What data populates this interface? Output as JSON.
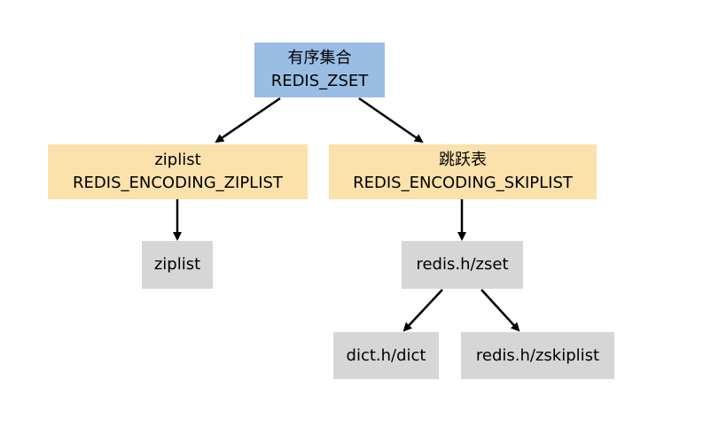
{
  "nodes": {
    "root": {
      "line1": "有序集合",
      "line2": "REDIS_ZSET",
      "color": "#99bde3"
    },
    "ziplist_encoding": {
      "line1": "ziplist",
      "line2": "REDIS_ENCODING_ZIPLIST",
      "color": "#fbe1ac"
    },
    "skiplist_encoding": {
      "line1": "跳跃表",
      "line2": "REDIS_ENCODING_SKIPLIST",
      "color": "#fbe1ac"
    },
    "ziplist_impl": {
      "label": "ziplist",
      "color": "#d6d6d6"
    },
    "zset": {
      "label": "redis.h/zset",
      "color": "#d6d6d6"
    },
    "dict": {
      "label": "dict.h/dict",
      "color": "#d6d6d6"
    },
    "zskiplist": {
      "label": "redis.h/zskiplist",
      "color": "#d6d6d6"
    }
  },
  "edges": [
    {
      "from": "root",
      "to": "ziplist_encoding"
    },
    {
      "from": "root",
      "to": "skiplist_encoding"
    },
    {
      "from": "ziplist_encoding",
      "to": "ziplist_impl"
    },
    {
      "from": "skiplist_encoding",
      "to": "zset"
    },
    {
      "from": "zset",
      "to": "dict"
    },
    {
      "from": "zset",
      "to": "zskiplist"
    }
  ]
}
